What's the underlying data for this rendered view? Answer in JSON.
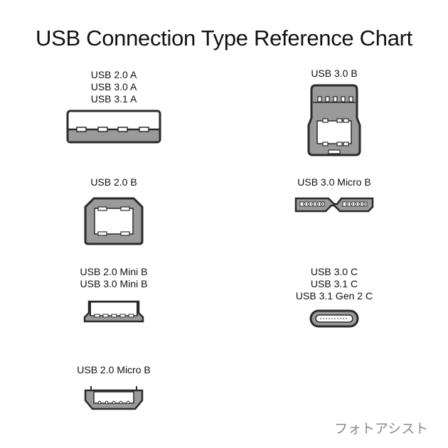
{
  "title": "USB Connection Type Reference Chart",
  "connectors": {
    "usb_a": {
      "labels": [
        "USB 2.0 A",
        "USB 3.0 A",
        "USB 3.1 A"
      ],
      "icon": "usb-type-a-icon"
    },
    "usb_30_b": {
      "labels": [
        "USB 3.0 B"
      ],
      "icon": "usb-3-0-type-b-icon"
    },
    "usb_20_b": {
      "labels": [
        "USB 2.0 B"
      ],
      "icon": "usb-2-0-type-b-icon"
    },
    "usb_30_micro_b": {
      "labels": [
        "USB 3.0 Micro B"
      ],
      "icon": "usb-3-0-micro-b-icon"
    },
    "usb_mini_b": {
      "labels": [
        "USB 2.0 Mini B",
        "USB 3.0 Mini B"
      ],
      "icon": "usb-mini-b-icon"
    },
    "usb_c": {
      "labels": [
        "USB 3.0 C",
        "USB 3.1 C",
        "USB 3.1 Gen 2 C"
      ],
      "icon": "usb-type-c-icon"
    },
    "usb_20_micro_b": {
      "labels": [
        "USB 2.0 Micro B"
      ],
      "icon": "usb-2-0-micro-b-icon"
    }
  },
  "watermark": "フォトアシスト",
  "colors": {
    "outline": "#2a2a2a",
    "fill_gray": "#9a9a9a",
    "background": "#ffffff",
    "watermark": "#8a8a8a"
  }
}
